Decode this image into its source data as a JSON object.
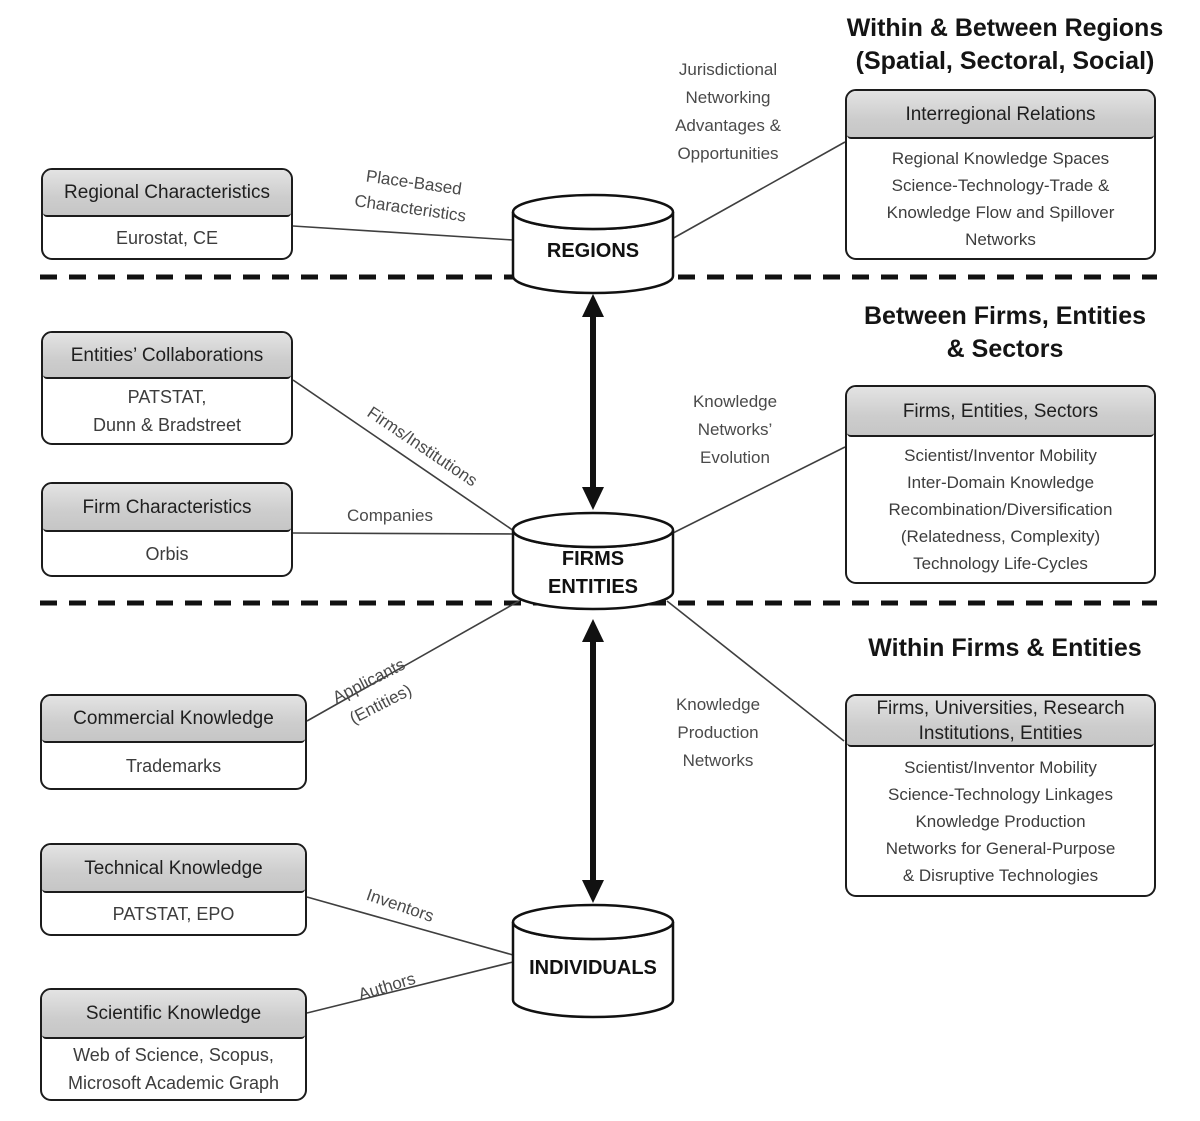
{
  "headings": [
    {
      "text": "Within & Between Regions\n(Spatial, Sectoral, Social)"
    },
    {
      "text": "Between Firms, Entities\n& Sectors"
    },
    {
      "text": "Within Firms & Entities"
    }
  ],
  "cylinders": [
    {
      "label": "REGIONS"
    },
    {
      "label": "FIRMS\nENTITIES"
    },
    {
      "label": "INDIVIDUALS"
    }
  ],
  "source_boxes": [
    {
      "title": "Regional Characteristics",
      "sources": "Eurostat, CE"
    },
    {
      "title": "Entities’ Collaborations",
      "sources": "PATSTAT,\nDunn & Bradstreet"
    },
    {
      "title": "Firm Characteristics",
      "sources": "Orbis"
    },
    {
      "title": "Commercial Knowledge",
      "sources": "Trademarks"
    },
    {
      "title": "Technical Knowledge",
      "sources": "PATSTAT, EPO"
    },
    {
      "title": "Scientific Knowledge",
      "sources": "Web of Science, Scopus,\nMicrosoft Academic Graph"
    }
  ],
  "outcome_boxes": [
    {
      "title": "Interregional Relations",
      "items": "Regional Knowledge Spaces\nScience-Technology-Trade &\nKnowledge Flow and Spillover\nNetworks"
    },
    {
      "title": "Firms, Entities, Sectors",
      "items": "Scientist/Inventor Mobility\nInter-Domain Knowledge\nRecombination/Diversification\n(Relatedness, Complexity)\nTechnology Life-Cycles"
    },
    {
      "title": "Firms, Universities, Research\nInstitutions, Entities",
      "items": "Scientist/Inventor Mobility\nScience-Technology Linkages\nKnowledge Production\nNetworks for General-Purpose\n& Disruptive Technologies"
    }
  ],
  "edge_labels": [
    {
      "text": "Place-Based\nCharacteristics"
    },
    {
      "text": "Jurisdictional\nNetworking\nAdvantages &\nOpportunities"
    },
    {
      "text": "Firms/Institutions"
    },
    {
      "text": "Companies"
    },
    {
      "text": "Knowledge\nNetworks’\nEvolution"
    },
    {
      "text": "Applicants\n(Entities)"
    },
    {
      "text": "Knowledge\nProduction\nNetworks"
    },
    {
      "text": "Inventors"
    },
    {
      "text": "Authors"
    }
  ],
  "colors": {
    "box_header_fill": "#cdcdcd",
    "box_border": "#1c1c1c",
    "connector_line": "#3f3f3f",
    "arrow": "#111111",
    "text": "#262626"
  }
}
